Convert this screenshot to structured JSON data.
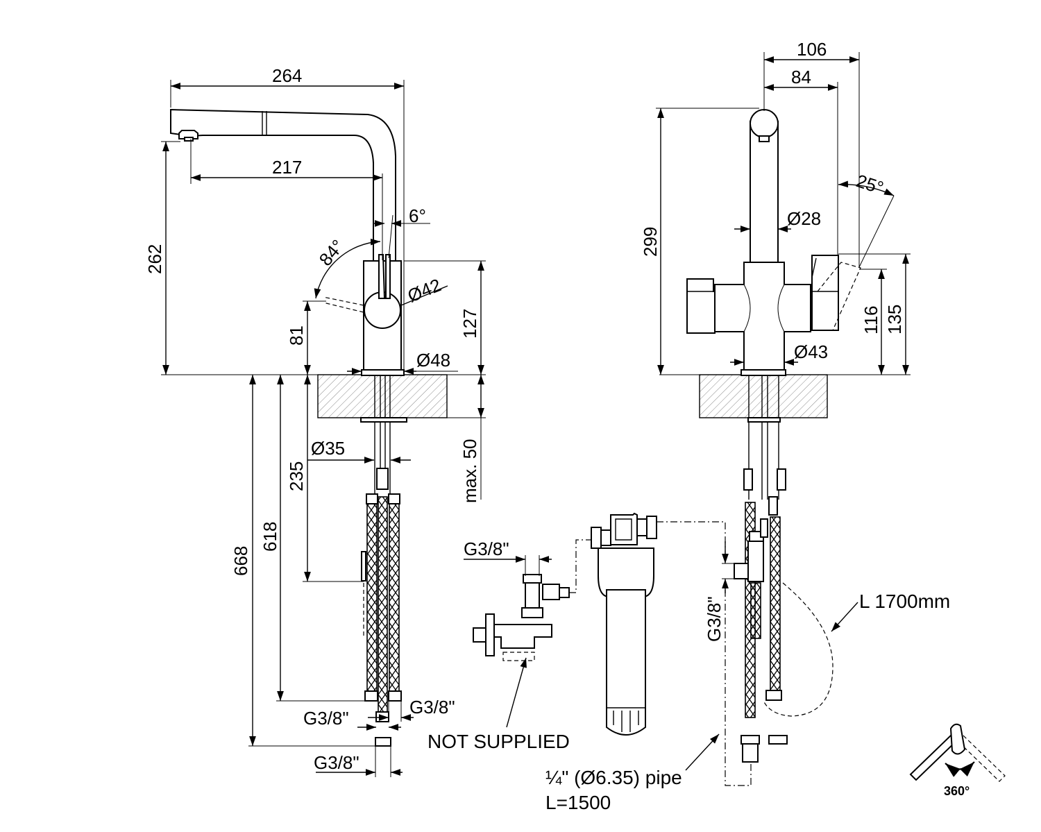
{
  "dimensions": {
    "left_view": {
      "d264": "264",
      "d217": "217",
      "d262": "262",
      "d6deg": "6°",
      "d84deg": "84°",
      "d42": "Ø42",
      "d127": "127",
      "d81": "81",
      "d48": "Ø48",
      "d35": "Ø35",
      "d235": "235",
      "d50": "max. 50",
      "d668": "668",
      "d618": "618",
      "g38_a": "G3/8\"",
      "g38_b": "G3/8\"",
      "g38_c": "G3/8\""
    },
    "right_view": {
      "d106": "106",
      "d84": "84",
      "d299": "299",
      "d25deg": "25°",
      "d28": "Ø28",
      "d116": "116",
      "d135": "135",
      "d43": "Ø43",
      "g38_vertical": "G3/8\"",
      "g38_valve": "G3/8\""
    }
  },
  "labels": {
    "not_supplied": "NOT SUPPLIED",
    "hose_length": "L 1700mm",
    "pipe_line1": "¼\" (Ø6.35) pipe",
    "pipe_line2": "L=1500",
    "rotation": "360°"
  }
}
